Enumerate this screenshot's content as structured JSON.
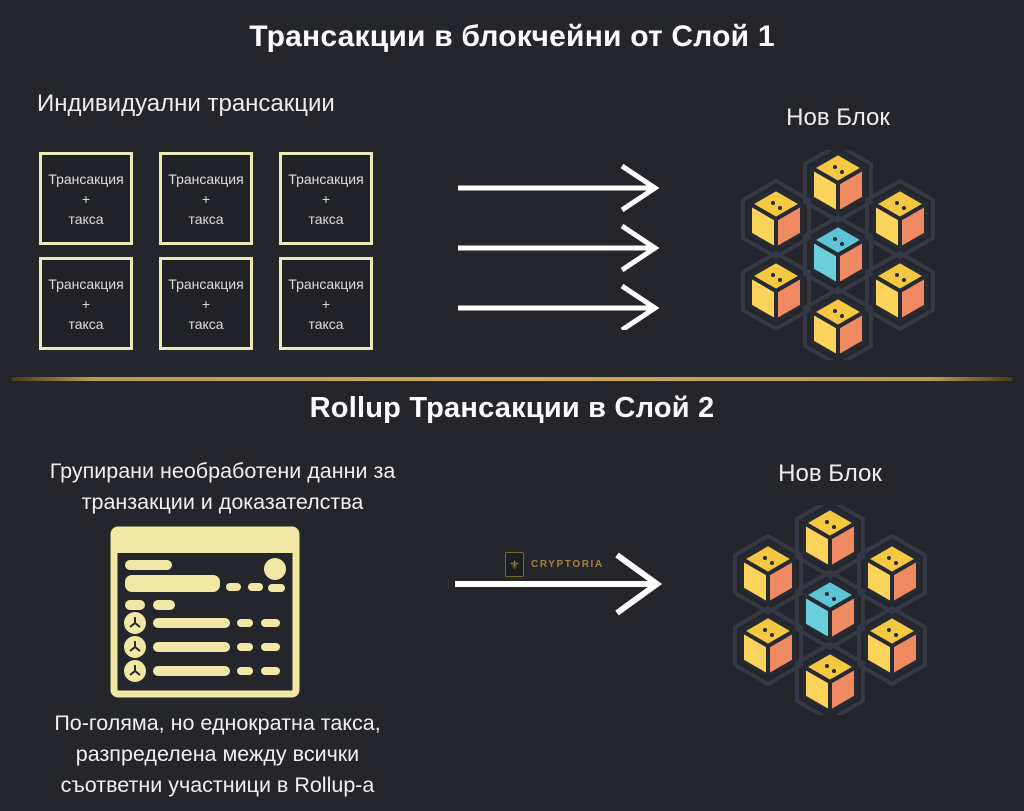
{
  "section1": {
    "title": "Трансакции в блокчейни от Слой 1",
    "left_heading": "Индивидуални трансакции",
    "right_heading": "Нов Блок",
    "boxes": [
      {
        "line1": "Трансакция",
        "line2": "+",
        "line3": "такса"
      },
      {
        "line1": "Трансакция",
        "line2": "+",
        "line3": "такса"
      },
      {
        "line1": "Трансакция",
        "line2": "+",
        "line3": "такса"
      },
      {
        "line1": "Трансакция",
        "line2": "+",
        "line3": "такса"
      },
      {
        "line1": "Трансакция",
        "line2": "+",
        "line3": "такса"
      },
      {
        "line1": "Трансакция",
        "line2": "+",
        "line3": "такса"
      }
    ]
  },
  "section2": {
    "title": "Rollup Трансакции в Слой 2",
    "left_text_line1": "Групирани необработени данни за",
    "left_text_line2": "транзакции и доказателства",
    "right_heading": "Нов Блок",
    "logo_text": "CRYPTORIA",
    "logo_emblem": "⚜",
    "bottom_text_line1": "По-голяма, но еднократна такса,",
    "bottom_text_line2": "разпределена между всички",
    "bottom_text_line3": "съответни участници в Rollup-а"
  },
  "colors": {
    "bg": "#25262b",
    "title": "#fdfdfd",
    "box_border": "#ece9b4",
    "cream": "#f1e8a6",
    "arrow": "#ffffff",
    "gold_divider": "#b89a52",
    "logo_gold": "#a1833f",
    "cube_top": "#f5c842",
    "cube_left": "#fcd45c",
    "cube_right": "#f08a63",
    "blue_top": "#5cc4d4",
    "blue_left": "#6ccfdc",
    "cube_outline": "#262a32",
    "hex_ring": "#343945",
    "link": "#454a54"
  }
}
